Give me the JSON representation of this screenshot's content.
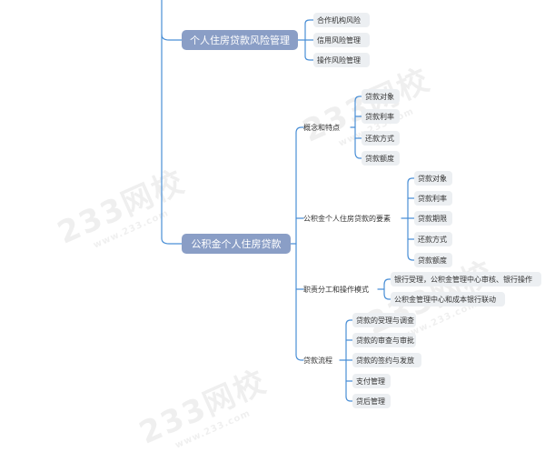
{
  "watermark": {
    "text": "233网校",
    "sub": "www.233.com"
  },
  "mindmap": {
    "branch1": {
      "label": "个人住房贷款风险管理",
      "items": [
        "合作机构风险",
        "信用风险管理",
        "操作风险管理"
      ]
    },
    "branch2": {
      "label": "公积金个人住房贷款",
      "concept": {
        "label": "概念和特点",
        "items": [
          "贷款对象",
          "贷款利率",
          "还款方式",
          "贷款额度"
        ]
      },
      "elements": {
        "label": "公积金个人住房贷款的要素",
        "items": [
          "贷款对象",
          "贷款利率",
          "贷款期限",
          "还款方式",
          "贷款额度"
        ]
      },
      "duty": {
        "label": "职责分工和操作模式",
        "items": [
          "银行受理，公积金管理中心审核、银行操作",
          "公积金管理中心和成本银行联动"
        ]
      },
      "process": {
        "label": "贷款流程",
        "items": [
          "贷款的受理与调查",
          "贷款的审查与审批",
          "贷款的签约与发放",
          "支付管理",
          "贷后管理"
        ]
      }
    }
  },
  "colors": {
    "main_node": "#8a9ec6",
    "leaf_bg": "#eceff2",
    "connector": "#4a8fd6"
  }
}
